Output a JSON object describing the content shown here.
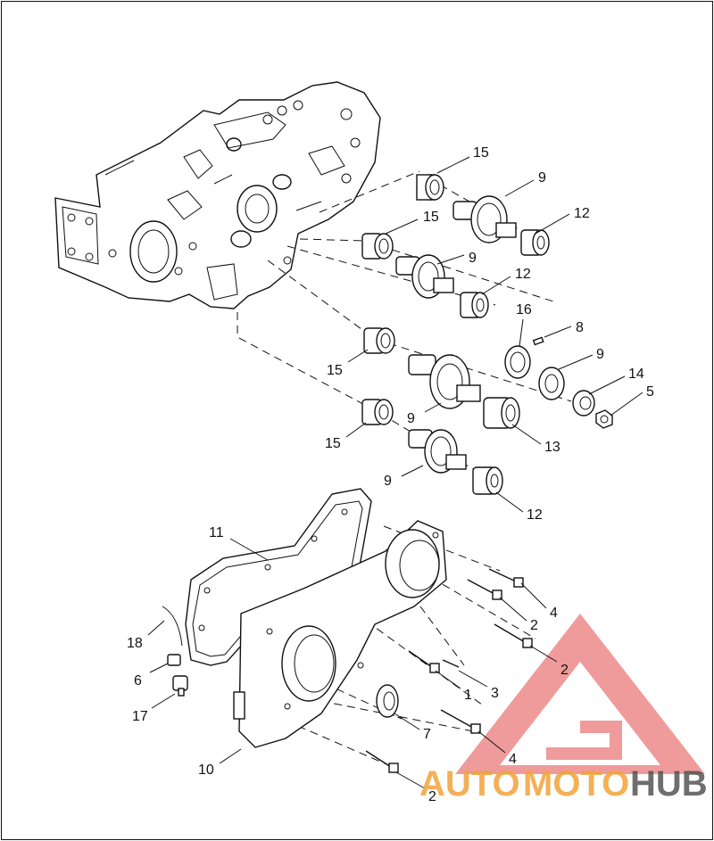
{
  "labels": {
    "l15a": "15",
    "l9a": "9",
    "l12a": "12",
    "l15b": "15",
    "l9b": "9",
    "l12b": "12",
    "l16": "16",
    "l8": "8",
    "l9c": "9",
    "l14": "14",
    "l5": "5",
    "l15c": "15",
    "l9d": "9",
    "l13": "13",
    "l15d": "15",
    "l9e": "9",
    "l12c": "12",
    "l11": "11",
    "l4a": "4",
    "l2a": "2",
    "l2b": "2",
    "l3": "3",
    "l1": "1",
    "l18": "18",
    "l6": "6",
    "l17": "17",
    "l7": "7",
    "l4b": "4",
    "l10": "10",
    "l2c": "2"
  },
  "watermark": {
    "part1": "AUTO",
    "part2": "MOTO",
    "part3": "HUB",
    "color_red": "#e24b4b",
    "color_orange": "#f2a33a",
    "color_gray": "#555555"
  }
}
